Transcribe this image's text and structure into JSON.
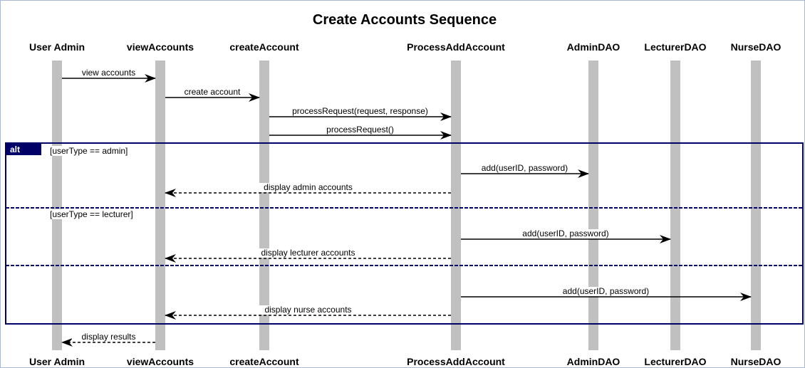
{
  "title": "Create Accounts Sequence",
  "colors": {
    "lifeline": "#c0c0c0",
    "fragment": "#000066",
    "arrow": "#000000",
    "frame_border": "#a9b8d8"
  },
  "participants": [
    {
      "id": "user-admin",
      "label": "User Admin"
    },
    {
      "id": "view-accounts",
      "label": "viewAccounts"
    },
    {
      "id": "create-account",
      "label": "createAccount"
    },
    {
      "id": "process-add-account",
      "label": "ProcessAddAccount"
    },
    {
      "id": "admin-dao",
      "label": "AdminDAO"
    },
    {
      "id": "lecturer-dao",
      "label": "LecturerDAO"
    },
    {
      "id": "nurse-dao",
      "label": "NurseDAO"
    }
  ],
  "messages": [
    {
      "from": 0,
      "to": 1,
      "label": "view accounts",
      "dashed": false
    },
    {
      "from": 1,
      "to": 2,
      "label": "create account",
      "dashed": false
    },
    {
      "from": 2,
      "to": 3,
      "label": "processRequest(request, response)",
      "dashed": false
    },
    {
      "from": 2,
      "to": 3,
      "label": "processRequest()",
      "dashed": false
    },
    {
      "from": 3,
      "to": 4,
      "label": "add(userID, password)",
      "dashed": false
    },
    {
      "from": 3,
      "to": 1,
      "label": "display admin accounts",
      "dashed": true
    },
    {
      "from": 3,
      "to": 5,
      "label": "add(userID, password)",
      "dashed": false
    },
    {
      "from": 3,
      "to": 1,
      "label": "display lecturer accounts",
      "dashed": true
    },
    {
      "from": 3,
      "to": 6,
      "label": "add(userID, password)",
      "dashed": false
    },
    {
      "from": 3,
      "to": 1,
      "label": "display nurse accounts",
      "dashed": true
    },
    {
      "from": 1,
      "to": 0,
      "label": "display results",
      "dashed": true
    }
  ],
  "fragment": {
    "operator": "alt",
    "guards": [
      "[userType == admin]",
      "[userType == lecturer]",
      ""
    ]
  }
}
